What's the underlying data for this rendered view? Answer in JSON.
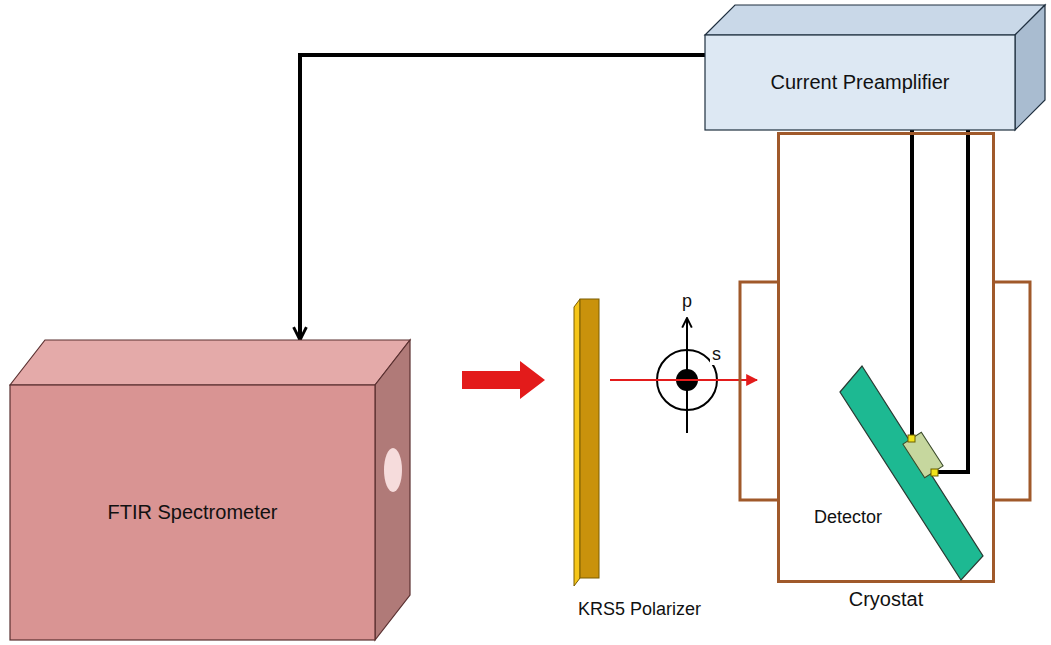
{
  "diagram": {
    "nodes": [
      {
        "text": [
          "Current Preamplifier"
        ]
      },
      {
        "text": [
          "FTIR Spectrometer"
        ]
      },
      {
        "text": [
          "Cryostat"
        ]
      },
      {
        "text": [
          "Detector"
        ],
        "in": 2
      }
    ],
    "edges": [
      {
        "from": 0,
        "to": 1,
        "arrow": "to"
      },
      {
        "from": 0,
        "to": 3,
        "arrow": "none"
      },
      {
        "from": 0,
        "to": 3,
        "arrow": "none"
      }
    ],
    "labels": [
      "KRS5 Polarizer",
      "p",
      "s"
    ]
  }
}
